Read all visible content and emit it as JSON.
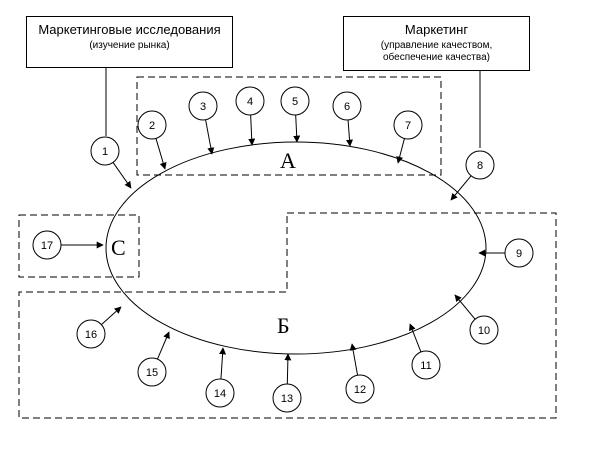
{
  "boxes": {
    "research": {
      "title": "Маркетинговые исследования",
      "subtitle": "(изучение рынка)"
    },
    "marketing": {
      "title": "Маркетинг",
      "subtitle_line1": "(управление качеством,",
      "subtitle_line2": "обеспечение качества)"
    }
  },
  "regions": {
    "a": "А",
    "b": "Б",
    "c": "С"
  },
  "nodes": [
    "1",
    "2",
    "3",
    "4",
    "5",
    "6",
    "7",
    "8",
    "9",
    "10",
    "11",
    "12",
    "13",
    "14",
    "15",
    "16",
    "17"
  ],
  "colors": {
    "line": "#000000",
    "fill": "#ffffff"
  }
}
